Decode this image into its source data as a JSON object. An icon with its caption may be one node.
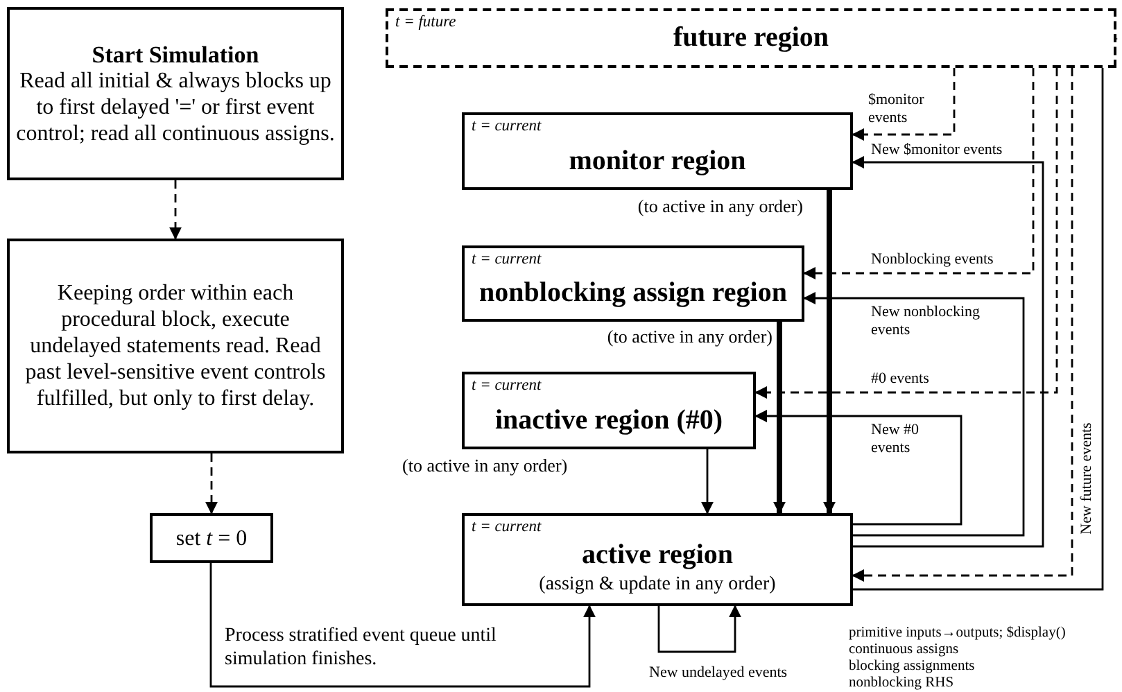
{
  "diagram": {
    "nodes": [
      {
        "text": [
          "Start Simulation",
          "Read all initial & always blocks up to first delayed '=' or first event control; read all continuous assigns."
        ]
      },
      {
        "text": [
          "Keeping order within each procedural block, execute undelayed statements read. Read past level-sensitive event controls fulfilled, but only to first delay."
        ]
      },
      {
        "text": [
          "set *t* = 0"
        ]
      },
      {
        "text": [
          "t = future",
          "future region"
        ]
      },
      {
        "text": [
          "t = current",
          "monitor region"
        ],
        "beside": [
          "(to active in any order)"
        ]
      },
      {
        "text": [
          "t = current",
          "nonblocking assign region"
        ],
        "beside": [
          "(to active in any order)"
        ]
      },
      {
        "text": [
          "t = current",
          "inactive region (#0)"
        ],
        "beside": [
          "(to active in any order)"
        ]
      },
      {
        "text": [
          "t = current",
          "active region",
          "(assign & update in any order)"
        ]
      }
    ],
    "edges": [
      {
        "from": 0,
        "to": 1,
        "arrow": "to",
        "style": "dashed"
      },
      {
        "from": 1,
        "to": 2,
        "arrow": "to",
        "style": "dashed"
      },
      {
        "from": 2,
        "to": 7,
        "arrow": "to",
        "label": "Process stratified event queue until simulation finishes."
      },
      {
        "from": 7,
        "to": 7,
        "arrow": "to",
        "label": "New undelayed events"
      },
      {
        "from": 4,
        "to": 7,
        "arrow": "to",
        "style": "thick"
      },
      {
        "from": 5,
        "to": 7,
        "arrow": "to",
        "style": "thick"
      },
      {
        "from": 6,
        "to": 7,
        "arrow": "to"
      },
      {
        "from": 3,
        "to": 4,
        "arrow": "to",
        "style": "dashed",
        "label": "$monitor events"
      },
      {
        "from": 7,
        "to": 4,
        "arrow": "to",
        "label": "New $monitor events"
      },
      {
        "from": 3,
        "to": 5,
        "arrow": "to",
        "style": "dashed",
        "label": "Nonblocking events"
      },
      {
        "from": 7,
        "to": 5,
        "arrow": "to",
        "label": "New nonblocking events"
      },
      {
        "from": 3,
        "to": 6,
        "arrow": "to",
        "style": "dashed",
        "label": "#0 events"
      },
      {
        "from": 7,
        "to": 6,
        "arrow": "to",
        "label": "New #0 events"
      },
      {
        "from": 3,
        "to": 7,
        "arrow": "to",
        "style": "dashed"
      },
      {
        "from": 7,
        "to": 3,
        "arrow": "to",
        "label": "New future events"
      }
    ],
    "labels": [
      "primitive inputs→outputs; $display()",
      "continuous assigns",
      "blocking assignments",
      "nonblocking RHS"
    ]
  }
}
